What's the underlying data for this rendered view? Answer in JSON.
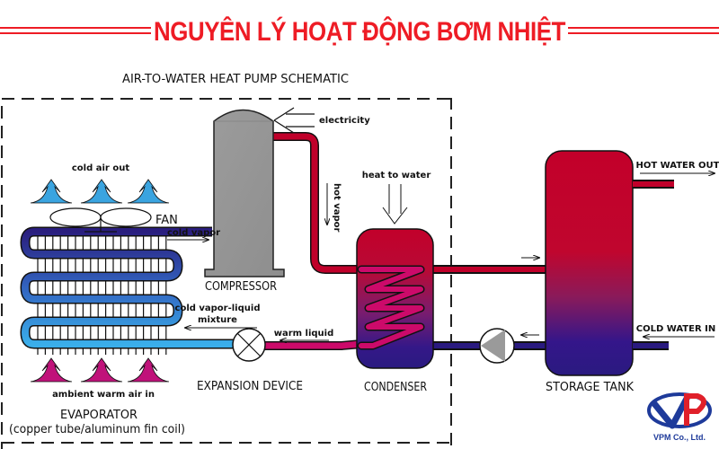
{
  "header": {
    "title": "NGUYÊN LÝ HOẠT ĐỘNG BƠM NHIỆT",
    "title_color": "#ee1c25"
  },
  "diagram": {
    "schematic_title": "AIR-TO-WATER HEAT PUMP SCHEMATIC",
    "labels": {
      "electricity": "electricity",
      "hot_vapor": "hot vapor",
      "heat_to_water": "heat to water",
      "cold_air_out": "cold air out",
      "fan": "FAN",
      "cold_vapor": "cold vapor",
      "compressor": "COMPRESSOR",
      "cold_vapor_liquid_line1": "cold vapor-liquid",
      "cold_vapor_liquid_line2": "mixture",
      "warm_liquid": "warm liquid",
      "ambient_warm_air_in": "ambient warm air in",
      "evaporator": "EVAPORATOR",
      "evaporator_sub": "(copper tube/aluminum fin coil)",
      "expansion_device": "EXPANSION DEVICE",
      "condenser": "CONDENSER",
      "storage_tank": "STORAGE TANK",
      "hot_water_out": "HOT WATER OUT",
      "cold_water_in": "COLD WATER IN"
    },
    "colors": {
      "hot": "#c0002a",
      "warm": "#cc0a6a",
      "cold_dark": "#2a1a80",
      "cold_light": "#38a8e8",
      "compressor_gray": "#9a9a9a",
      "cold_air": "#3aa4e0",
      "warm_air": "#c0127a"
    }
  },
  "logo": {
    "company": "VPM Co., Ltd.",
    "mark": "VP"
  }
}
